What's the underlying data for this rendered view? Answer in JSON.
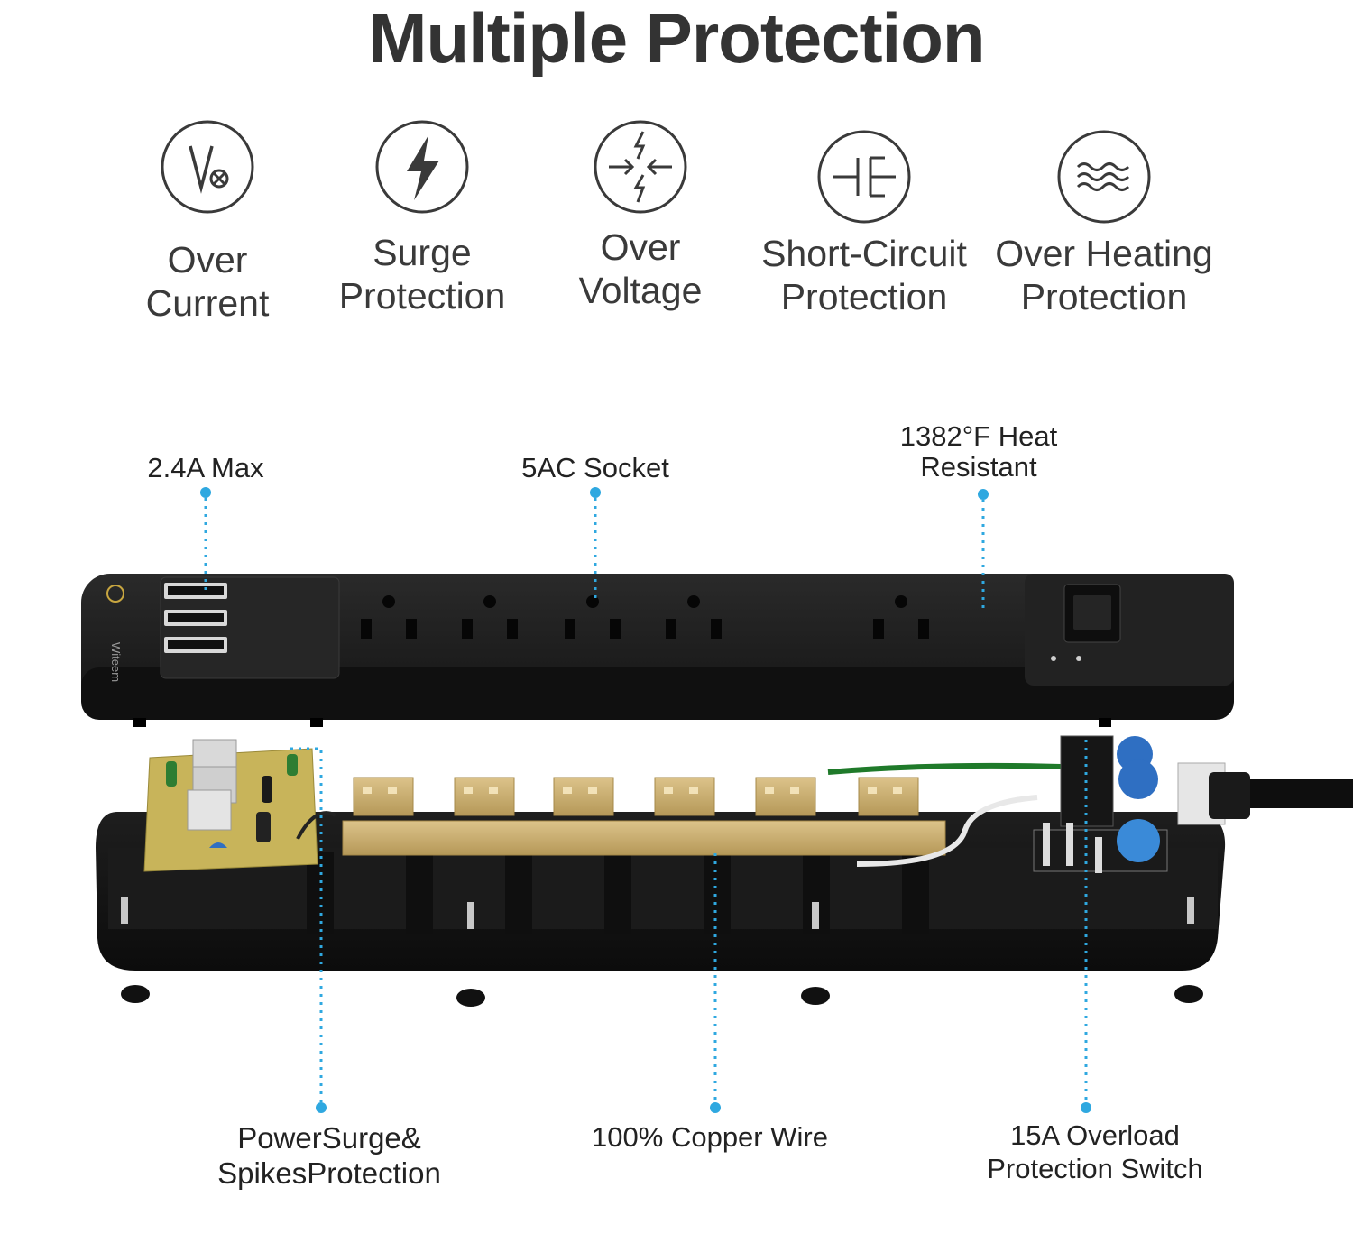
{
  "title": "Multiple Protection",
  "colors": {
    "title": "#333333",
    "leader": "#2fa8e0",
    "strip": "#1c1c1c",
    "copper": "#c9ad72",
    "pcb": "#c8b45a",
    "capacitor": "#2f6fc2",
    "ground_wire": "#1f7a2a"
  },
  "features": [
    {
      "icon": "current-symbol-icon",
      "label": "Over\nCurrent"
    },
    {
      "icon": "lightning-bolt-icon",
      "label": "Surge\nProtection"
    },
    {
      "icon": "voltage-arrows-icon",
      "label": "Over\nVoltage"
    },
    {
      "icon": "short-circuit-icon",
      "label": "Short-Circuit\nProtection"
    },
    {
      "icon": "heat-waves-icon",
      "label": "Over Heating\nProtection"
    }
  ],
  "callouts": {
    "usb": "2.4A Max",
    "socket": "5AC Socket",
    "heat": "1382°F Heat\nResistant",
    "surge": "PowerSurge&\nSpikesProtection",
    "copper": "100% Copper Wire",
    "switch": "15A Overload\nProtection Switch"
  },
  "brand": "Witeem"
}
